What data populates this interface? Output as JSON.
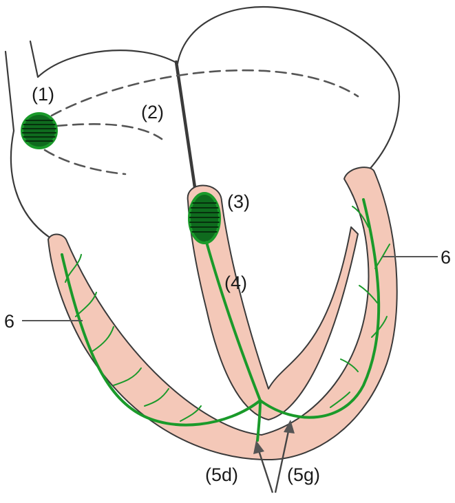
{
  "labels": {
    "sa_node": "(1)",
    "atrial_pathways": "(2)",
    "av_node": "(3)",
    "his_bundle": "(4)",
    "right_branch": "(5d)",
    "left_branch": "(5g)",
    "purkinje_left": "6",
    "purkinje_right": "6"
  },
  "colors": {
    "conduction": "#1a9a2a",
    "node_fill": "#0f6b1e",
    "myocardium": "#f4c8b8",
    "outline": "#3a3a3a"
  }
}
